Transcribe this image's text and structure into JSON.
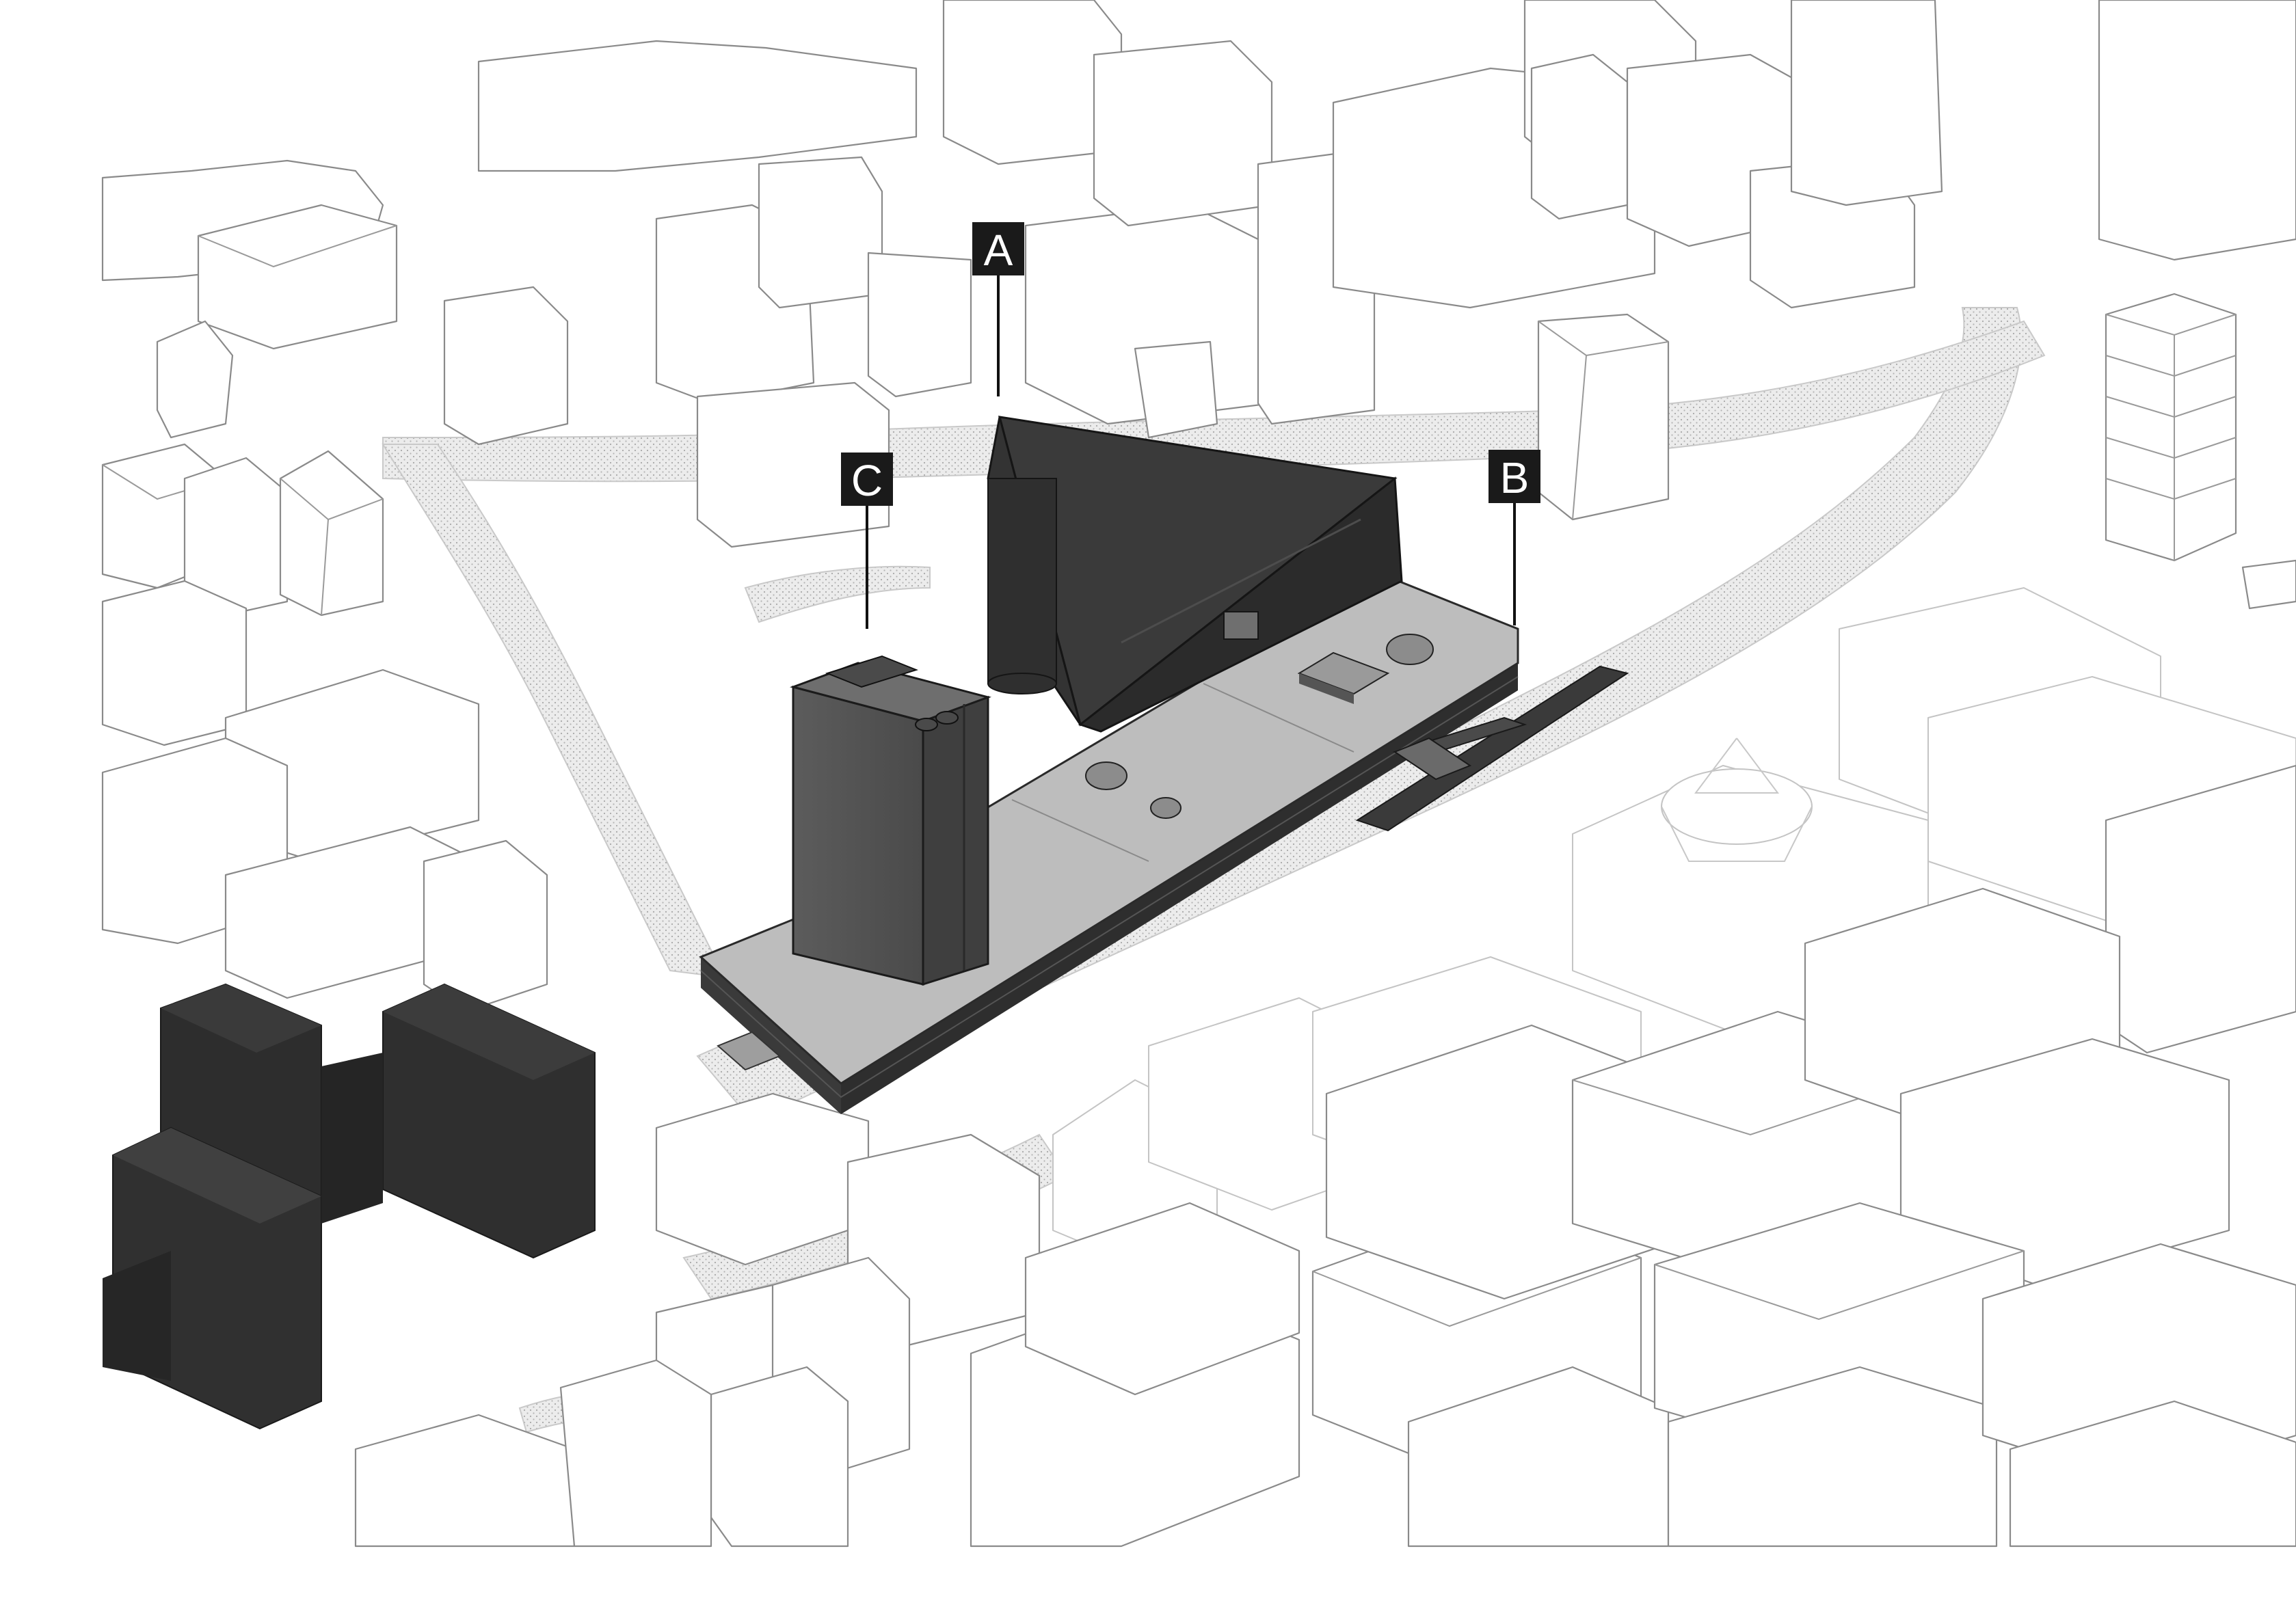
{
  "figure": {
    "type": "axonometric-site-diagram",
    "style": "greyscale line drawing",
    "labels": [
      {
        "id": "A",
        "text": "A"
      },
      {
        "id": "B",
        "text": "B"
      },
      {
        "id": "C",
        "text": "C"
      }
    ],
    "colors": {
      "context_stroke": "#8a8a8a",
      "context_fill": "#ffffff",
      "street_hatch": "#d9d9d9",
      "podium_top": "#bdbdbd",
      "podium_side": "#2e2e2e",
      "dark_volume": "#303030",
      "tower_face": "#5a5a5a",
      "label_box": "#1a1a1a",
      "label_text": "#ffffff"
    }
  }
}
